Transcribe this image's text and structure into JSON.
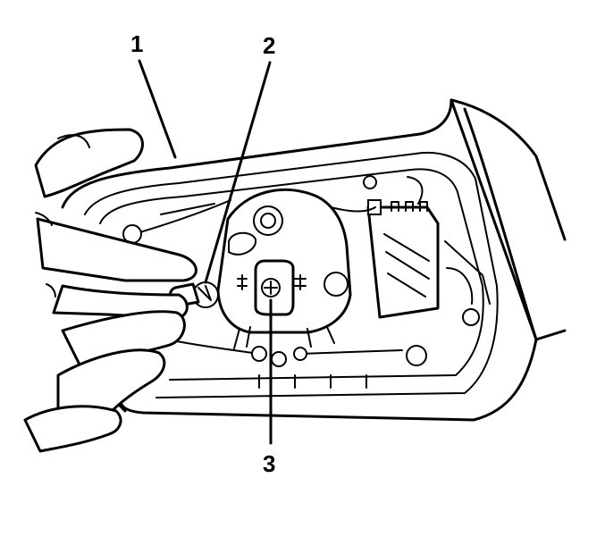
{
  "callouts": [
    {
      "number": "1",
      "part": "lamp-housing"
    },
    {
      "number": "2",
      "part": "bulb"
    },
    {
      "number": "3",
      "part": "bulb-socket-fastener"
    }
  ]
}
